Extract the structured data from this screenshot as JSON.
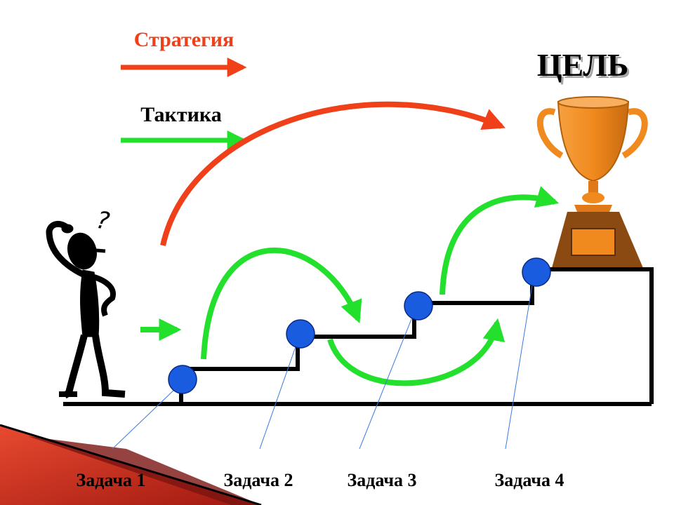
{
  "legend": {
    "strategy_label": "Стратегия",
    "tactics_label": "Тактика"
  },
  "goal_label": "ЦЕЛЬ",
  "thinker_mark": "?",
  "tasks": [
    {
      "label": "Задача 1"
    },
    {
      "label": "Задача 2"
    },
    {
      "label": "Задача 3"
    },
    {
      "label": "Задача 4"
    }
  ],
  "colors": {
    "strategy": "#f0401a",
    "tactics": "#22e02c",
    "node": "#1a5ce0",
    "stairs": "#000000",
    "trophy": "#f08a1e",
    "trophy_base": "#8a4a12",
    "corner": "#c8281c"
  }
}
